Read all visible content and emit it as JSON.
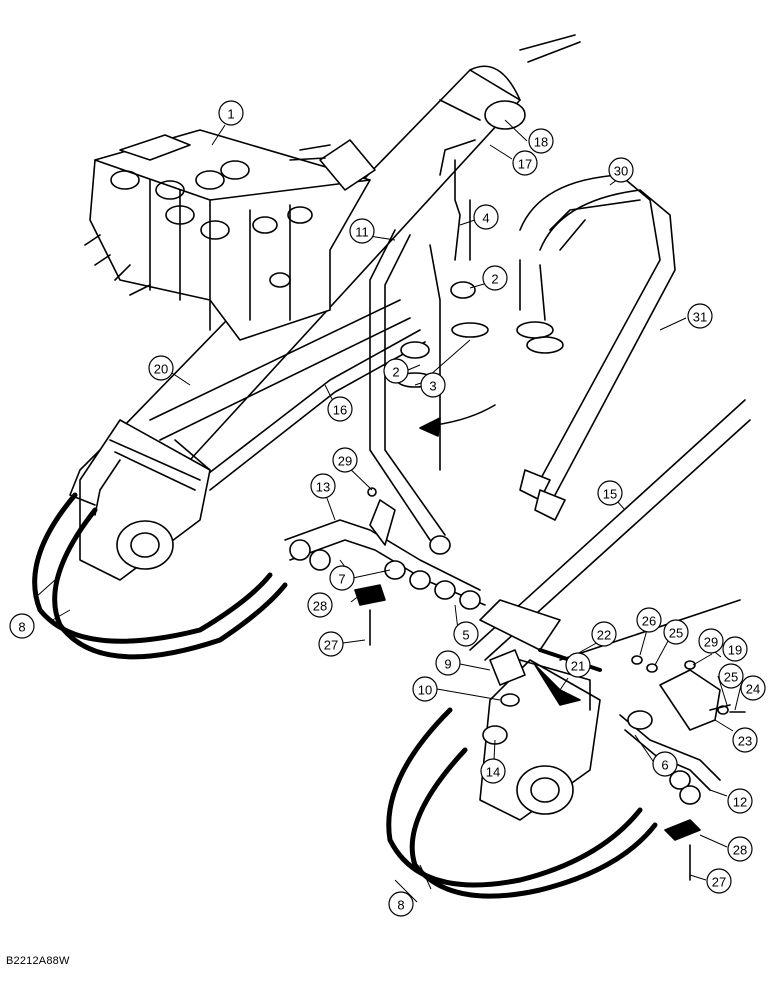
{
  "figure_code": "B2212A88W",
  "callouts": [
    {
      "id": "c1",
      "label": "1"
    },
    {
      "id": "c2a",
      "label": "2"
    },
    {
      "id": "c2b",
      "label": "2"
    },
    {
      "id": "c3",
      "label": "3"
    },
    {
      "id": "c4",
      "label": "4"
    },
    {
      "id": "c5",
      "label": "5"
    },
    {
      "id": "c6",
      "label": "6"
    },
    {
      "id": "c7",
      "label": "7"
    },
    {
      "id": "c8a",
      "label": "8"
    },
    {
      "id": "c8b",
      "label": "8"
    },
    {
      "id": "c9",
      "label": "9"
    },
    {
      "id": "c10",
      "label": "10"
    },
    {
      "id": "c11",
      "label": "11"
    },
    {
      "id": "c12",
      "label": "12"
    },
    {
      "id": "c13",
      "label": "13"
    },
    {
      "id": "c14",
      "label": "14"
    },
    {
      "id": "c15",
      "label": "15"
    },
    {
      "id": "c16",
      "label": "16"
    },
    {
      "id": "c17",
      "label": "17"
    },
    {
      "id": "c18",
      "label": "18"
    },
    {
      "id": "c19",
      "label": "19"
    },
    {
      "id": "c20",
      "label": "20"
    },
    {
      "id": "c21",
      "label": "21"
    },
    {
      "id": "c22",
      "label": "22"
    },
    {
      "id": "c23",
      "label": "23"
    },
    {
      "id": "c24",
      "label": "24"
    },
    {
      "id": "c25a",
      "label": "25"
    },
    {
      "id": "c25b",
      "label": "25"
    },
    {
      "id": "c26",
      "label": "26"
    },
    {
      "id": "c27a",
      "label": "27"
    },
    {
      "id": "c27b",
      "label": "27"
    },
    {
      "id": "c28a",
      "label": "28"
    },
    {
      "id": "c28b",
      "label": "28"
    },
    {
      "id": "c29a",
      "label": "29"
    },
    {
      "id": "c29b",
      "label": "29"
    },
    {
      "id": "c30",
      "label": "30"
    },
    {
      "id": "c31",
      "label": "31"
    }
  ]
}
